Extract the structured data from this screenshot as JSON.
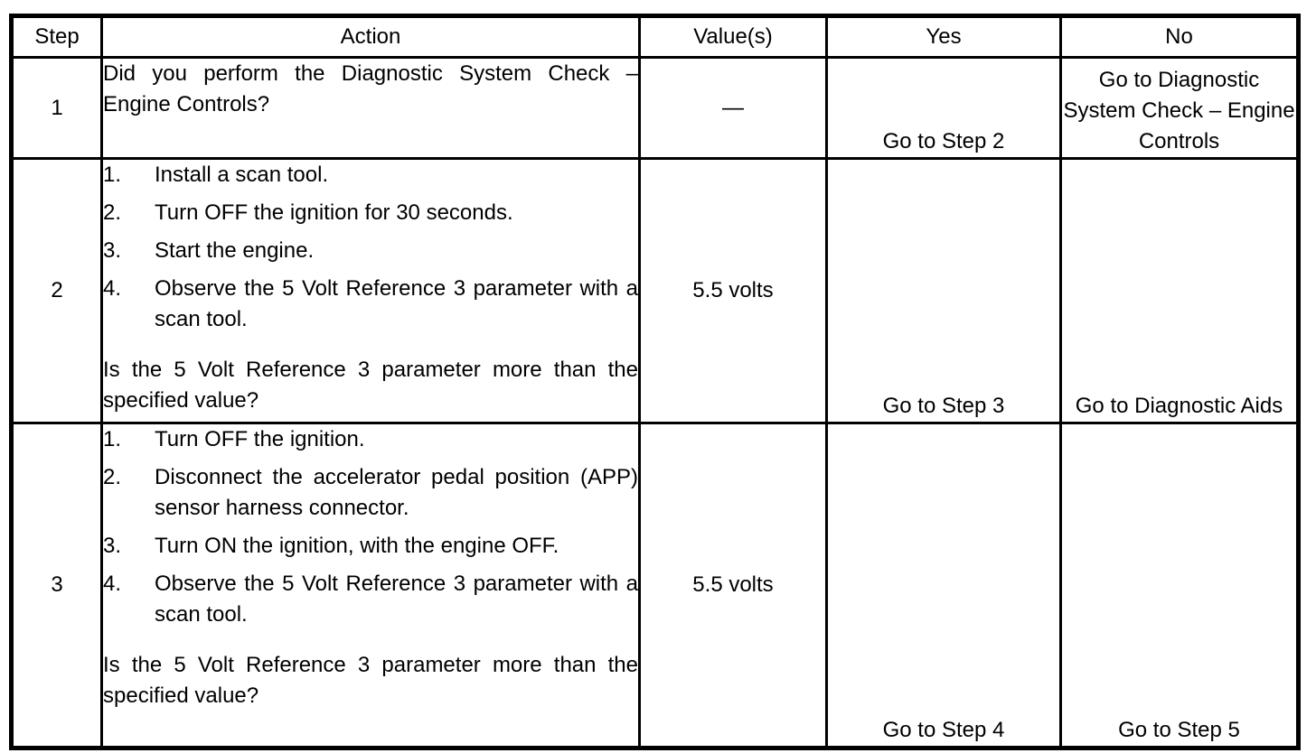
{
  "table": {
    "headers": [
      "Step",
      "Action",
      "Value(s)",
      "Yes",
      "No"
    ],
    "rows": [
      {
        "step": "1",
        "action_intro": "Did you perform the Diagnostic System Check – Engine Controls?",
        "value": "—",
        "yes": "Go to Step 2",
        "no": "Go to Diagnostic System Check – Engine Controls"
      },
      {
        "step": "2",
        "action_items": [
          {
            "num": "1.",
            "text": "Install a scan tool."
          },
          {
            "num": "2.",
            "text": "Turn OFF the ignition for 30 seconds."
          },
          {
            "num": "3.",
            "text": "Start the engine."
          },
          {
            "num": "4.",
            "text": "Observe the 5 Volt Reference 3 parameter with a scan tool."
          }
        ],
        "action_question": "Is the 5 Volt Reference 3 parameter more than the specified value?",
        "value": "5.5 volts",
        "yes": "Go to Step 3",
        "no": "Go to Diagnostic Aids"
      },
      {
        "step": "3",
        "action_items": [
          {
            "num": "1.",
            "text": "Turn OFF the ignition."
          },
          {
            "num": "2.",
            "text": "Disconnect the accelerator pedal position (APP) sensor harness connector."
          },
          {
            "num": "3.",
            "text": "Turn ON the ignition, with the engine OFF."
          },
          {
            "num": "4.",
            "text": "Observe the 5 Volt Reference 3 parameter with a scan tool."
          }
        ],
        "action_question": "Is the 5 Volt Reference 3 parameter more than the specified value?",
        "value": "5.5 volts",
        "yes": "Go to Step 4",
        "no": "Go to Step 5"
      }
    ]
  }
}
